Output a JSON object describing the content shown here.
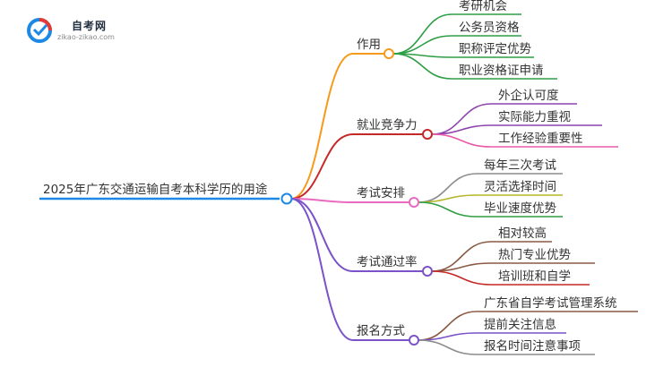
{
  "logo": {
    "name": "自考网",
    "url": "zikao-zikao.com"
  },
  "root": {
    "label": "2025年广东交通运输自考本科学历的用途",
    "color": "#1e88e5"
  },
  "branches": [
    {
      "label": "作用",
      "color": "#f59a1b",
      "children": [
        "考研机会",
        "公务员资格",
        "职称评定优势",
        "职业资格证申请"
      ],
      "child_colors": [
        "#2e9e44",
        "#2e9e44",
        "#2e9e44",
        "#2e9e44"
      ]
    },
    {
      "label": "就业竞争力",
      "color": "#c62828",
      "children": [
        "外企认可度",
        "实际能力重视",
        "工作经验重要性"
      ],
      "child_colors": [
        "#8e44ad",
        "#8e44ad",
        "#e85aa8"
      ]
    },
    {
      "label": "考试安排",
      "color": "#e96bc0",
      "children": [
        "每年三次考试",
        "灵活选择时间",
        "毕业速度优势"
      ],
      "child_colors": [
        "#8c8c8c",
        "#b5b52a",
        "#2e9e44"
      ]
    },
    {
      "label": "考试通过率",
      "color": "#7b52c7",
      "children": [
        "相对较高",
        "热门专业优势",
        "培训班和自学"
      ],
      "child_colors": [
        "#8a5a44",
        "#8a5a44",
        "#c62828"
      ]
    },
    {
      "label": "报名方式",
      "color": "#7b52c7",
      "children": [
        "广东省自学考试管理系统",
        "提前关注信息",
        "报名时间注意事项"
      ],
      "child_colors": [
        "#8a5a44",
        "#7b52c7",
        "#8c8c8c"
      ]
    }
  ]
}
